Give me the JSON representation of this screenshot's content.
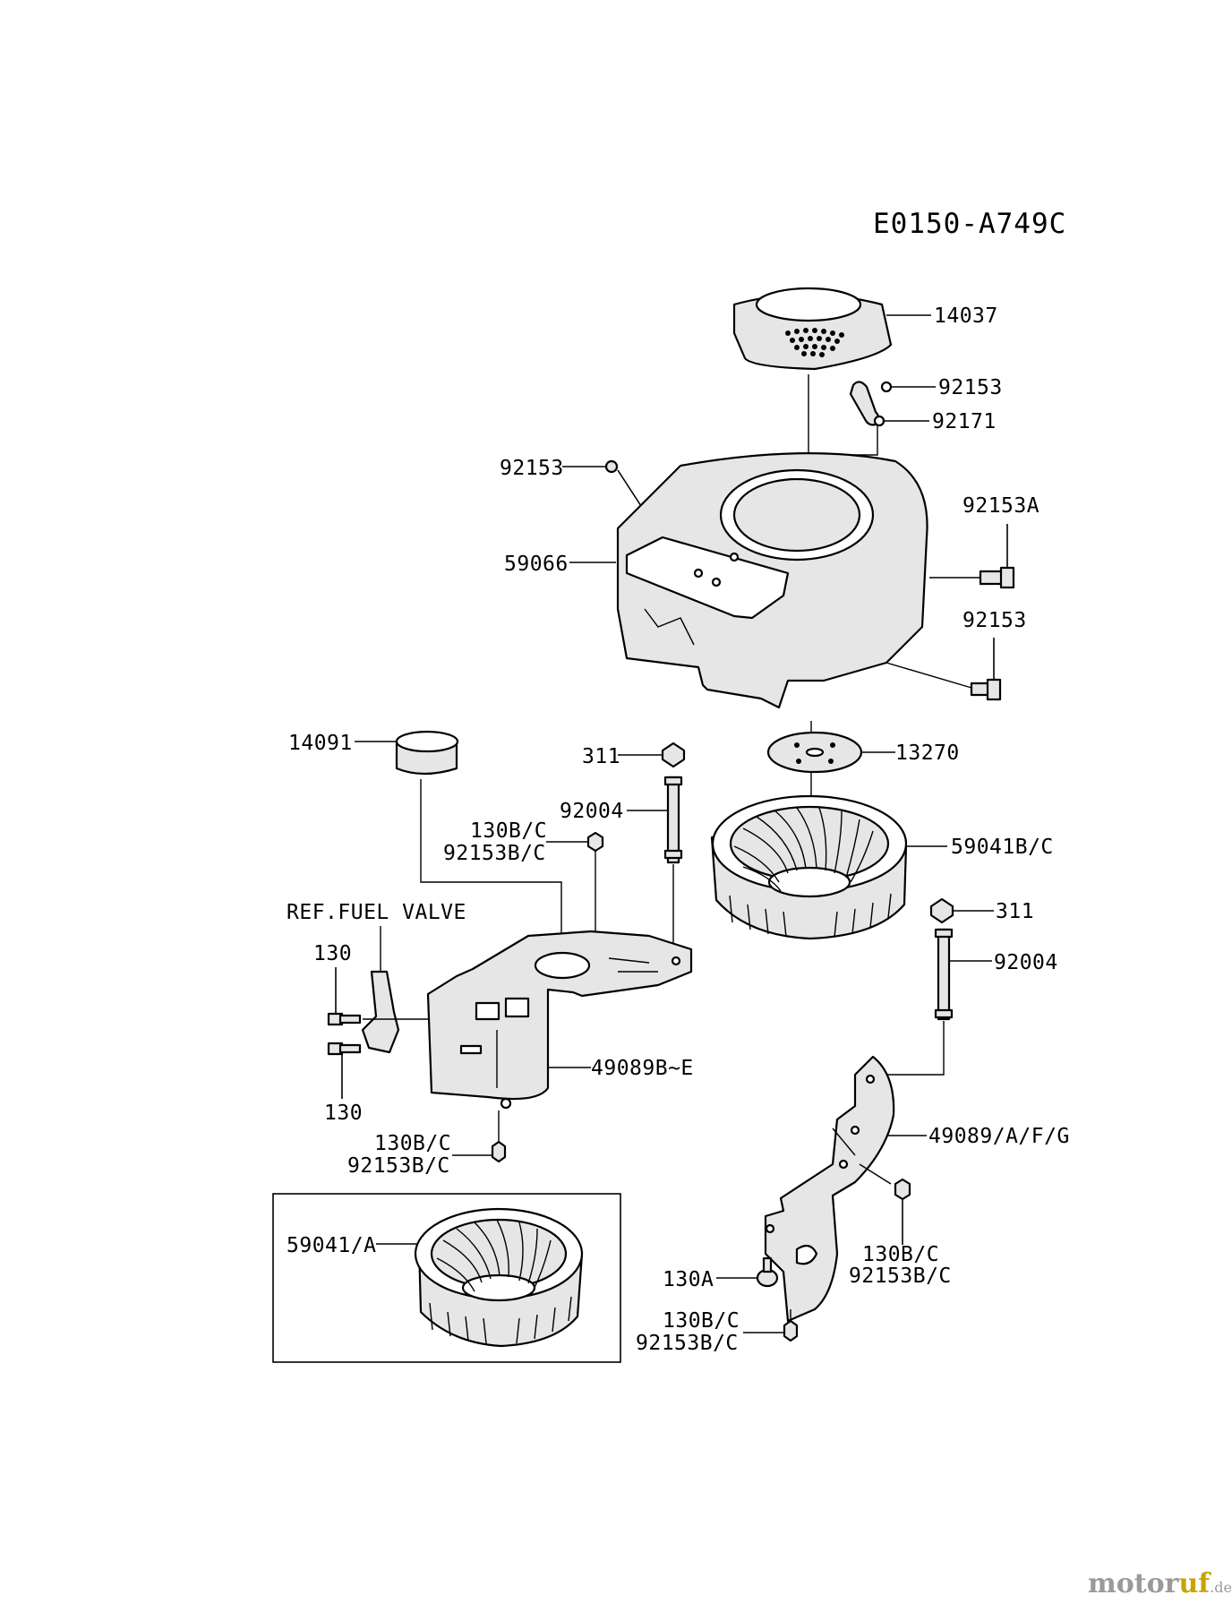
{
  "diagram_code": "E0150-A749C",
  "callouts": {
    "c14037": "14037",
    "c92153_top": "92153",
    "c92171": "92171",
    "c92153_left": "92153",
    "c92153A": "92153A",
    "c59066": "59066",
    "c92153_right": "92153",
    "c14091": "14091",
    "c311_top": "311",
    "c13270": "13270",
    "c92004_top": "92004",
    "c130BC_a": "130B/C",
    "c92153BC_a": "92153B/C",
    "c59041BC": "59041B/C",
    "ref_fuel_valve": "REF.FUEL VALVE",
    "c311_right": "311",
    "c130_top": "130",
    "c92004_right": "92004",
    "c49089BE": "49089B~E",
    "c130_bottom": "130",
    "c49089AFG": "49089/A/F/G",
    "c130BC_b": "130B/C",
    "c92153BC_b": "92153B/C",
    "c59041A": "59041/A",
    "c130BC_c": "130B/C",
    "c92153BC_c": "92153B/C",
    "c130A": "130A",
    "c130BC_d": "130B/C",
    "c92153BC_d": "92153B/C"
  },
  "watermark": {
    "part1": "motor",
    "part2": "uf",
    "suffix": ".de"
  }
}
